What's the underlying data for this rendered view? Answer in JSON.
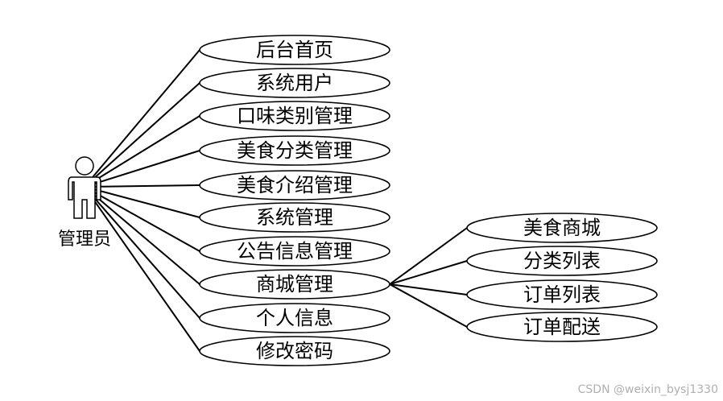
{
  "actor": {
    "label": "管理员",
    "icon": "person-icon"
  },
  "use_cases": [
    {
      "label": "后台首页"
    },
    {
      "label": "系统用户"
    },
    {
      "label": "口味类别管理"
    },
    {
      "label": "美食分类管理"
    },
    {
      "label": "美食介绍管理"
    },
    {
      "label": "系统管理"
    },
    {
      "label": "公告信息管理"
    },
    {
      "label": "商城管理"
    },
    {
      "label": "个人信息"
    },
    {
      "label": "修改密码"
    }
  ],
  "sub_use_cases": [
    {
      "label": "美食商城"
    },
    {
      "label": "分类列表"
    },
    {
      "label": "订单列表"
    },
    {
      "label": "订单配送"
    }
  ],
  "watermark": "CSDN @weixin_bysj1330"
}
